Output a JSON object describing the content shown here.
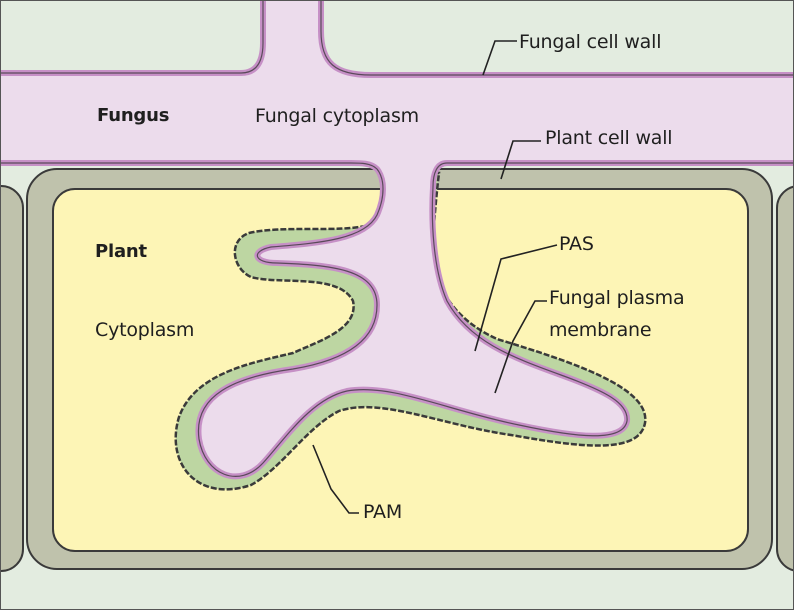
{
  "labels": {
    "fungus": "Fungus",
    "fungal_cytoplasm": "Fungal cytoplasm",
    "fungal_cell_wall": "Fungal cell wall",
    "plant_cell_wall": "Plant cell wall",
    "plant": "Plant",
    "cytoplasm": "Cytoplasm",
    "pas": "PAS",
    "fungal_plasma": "Fungal plasma",
    "membrane": "membrane",
    "pam": "PAM"
  },
  "colors": {
    "background": "#e3ece0",
    "fungal_cytoplasm": "#ecdcec",
    "fungal_wall": "#c690c6",
    "plant_wall": "#bfc2ac",
    "plant_cytoplasm": "#fdf5b6",
    "interface_zone": "#bdd6a2",
    "outline": "#3a3a3a"
  }
}
